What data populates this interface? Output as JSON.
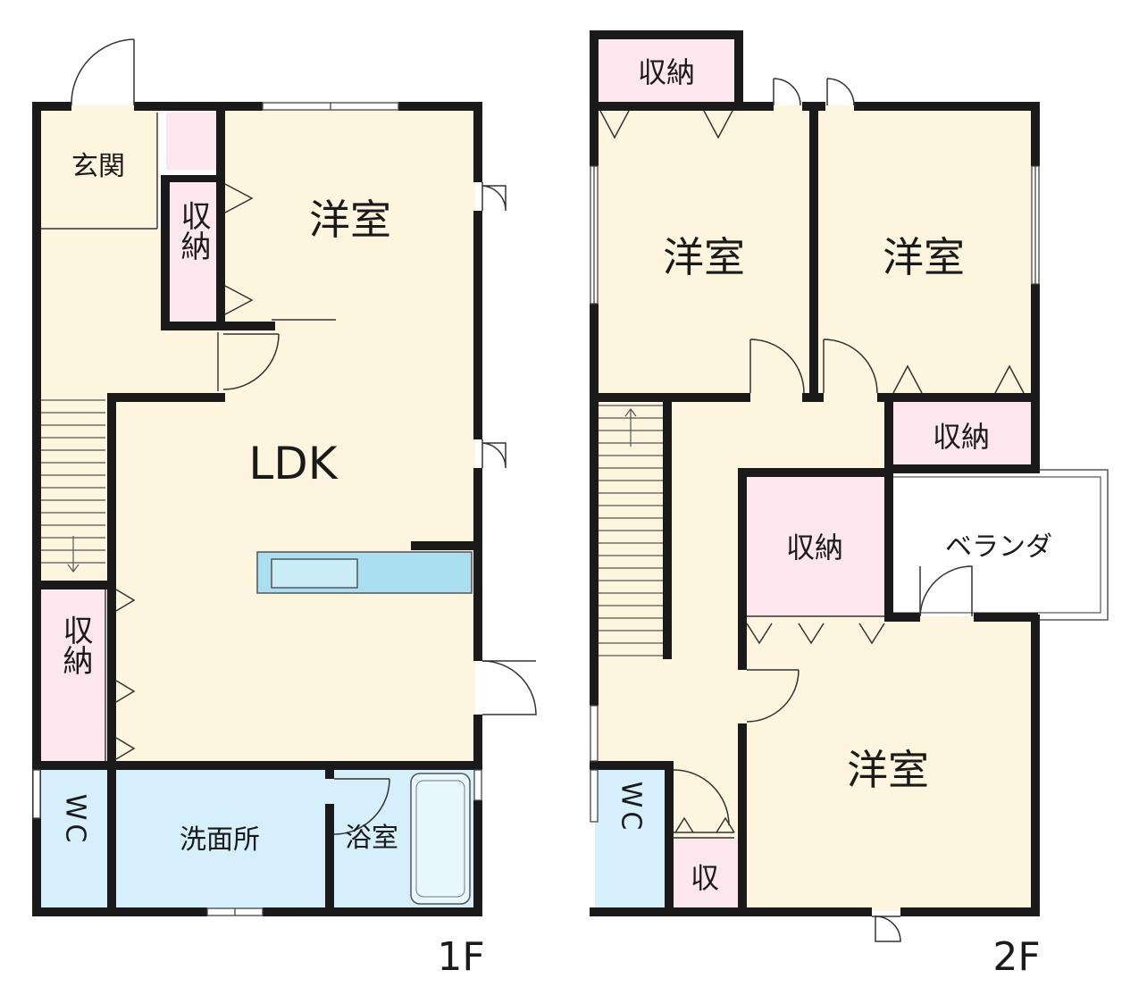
{
  "floor1": {
    "level_label": "1F",
    "rooms": {
      "entrance": "玄関",
      "western_room": "洋室",
      "storage_top": "収納",
      "ldk": "LDK",
      "storage_left": "収納",
      "wc": "WC",
      "washroom": "洗面所",
      "bathroom": "浴室"
    }
  },
  "floor2": {
    "level_label": "2F",
    "rooms": {
      "storage_top": "収納",
      "western_room_a": "洋室",
      "western_room_b": "洋室",
      "storage_mid": "収納",
      "storage_center": "収納",
      "veranda": "ベランダ",
      "western_room_c": "洋室",
      "wc": "WC",
      "storage_small": "収"
    }
  },
  "colors": {
    "room_fill": "#fdf5dd",
    "storage_fill": "#fde7ef",
    "wet_fill": "#d6f0fb",
    "kitchen_fill": "#a9dff0",
    "wall": "#1a1a1a"
  }
}
